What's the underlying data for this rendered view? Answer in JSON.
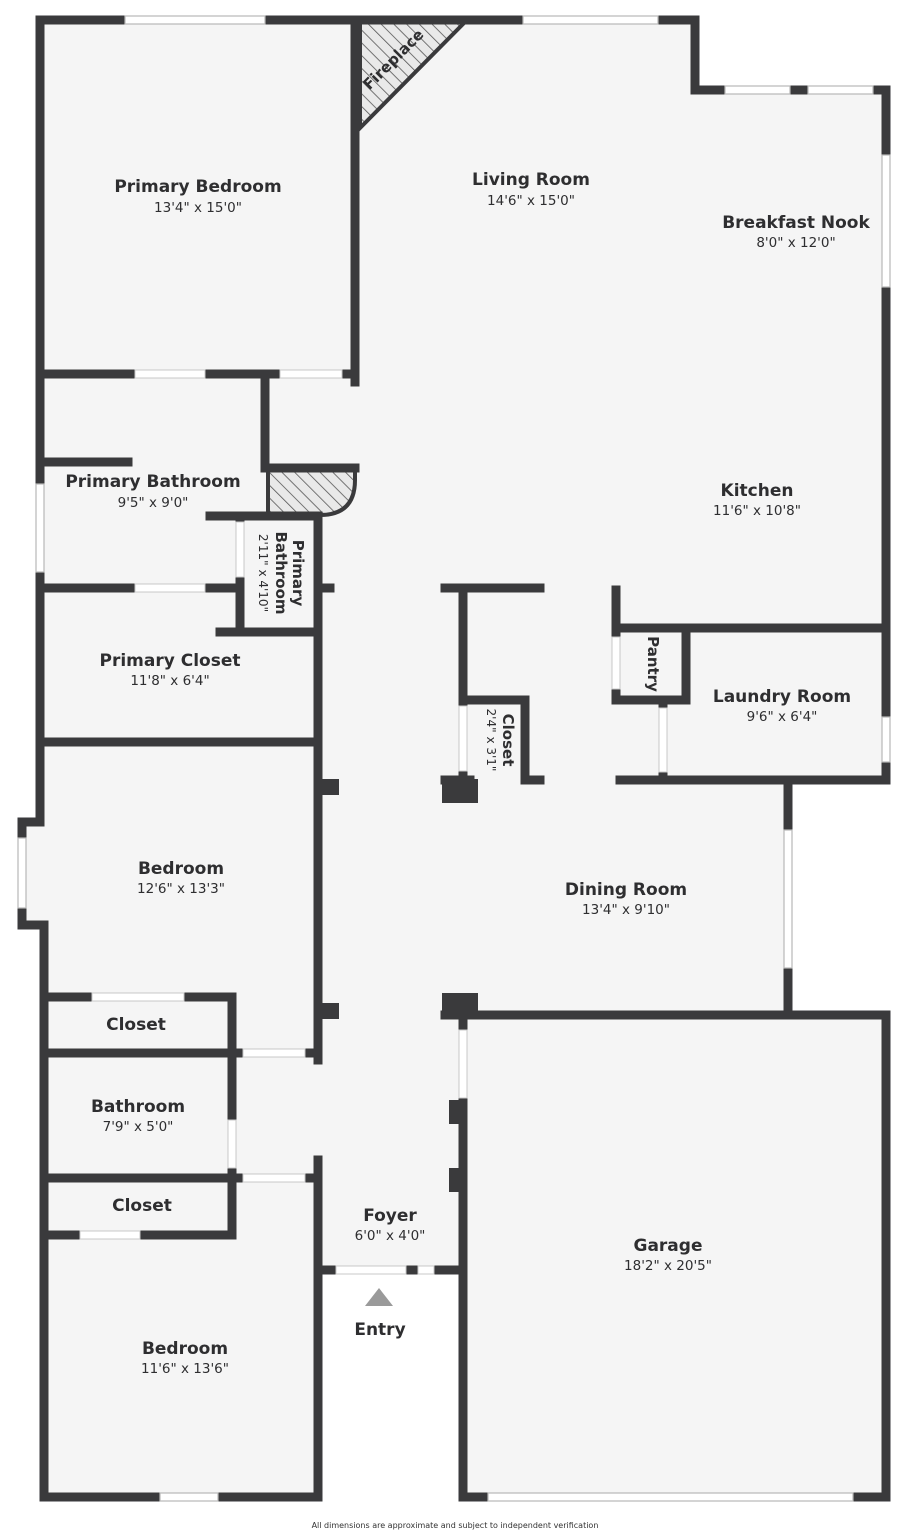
{
  "rooms": {
    "primary_bedroom": {
      "name": "Primary Bedroom",
      "dim": "13'4\" x 15'0\""
    },
    "fireplace": {
      "name": "Fireplace"
    },
    "living_room": {
      "name": "Living Room",
      "dim": "14'6\" x 15'0\""
    },
    "breakfast_nook": {
      "name": "Breakfast Nook",
      "dim": "8'0\" x 12'0\""
    },
    "primary_bathroom": {
      "name": "Primary Bathroom",
      "dim": "9'5\" x 9'0\""
    },
    "primary_bathroom_small": {
      "name1": "Primary",
      "name2": "Bathroom",
      "dim": "2'11\" x 4'10\""
    },
    "kitchen": {
      "name": "Kitchen",
      "dim": "11'6\" x 10'8\""
    },
    "pantry": {
      "name": "Pantry"
    },
    "primary_closet": {
      "name": "Primary Closet",
      "dim": "11'8\" x 6'4\""
    },
    "laundry_room": {
      "name": "Laundry Room",
      "dim": "9'6\" x 6'4\""
    },
    "hall_closet": {
      "name": "Closet",
      "dim": "2'4\" x 3'1\""
    },
    "bedroom_1": {
      "name": "Bedroom",
      "dim": "12'6\" x 13'3\""
    },
    "dining_room": {
      "name": "Dining Room",
      "dim": "13'4\" x 9'10\""
    },
    "closet_1": {
      "name": "Closet"
    },
    "bathroom": {
      "name": "Bathroom",
      "dim": "7'9\" x 5'0\""
    },
    "closet_2": {
      "name": "Closet"
    },
    "foyer": {
      "name": "Foyer",
      "dim": "6'0\" x 4'0\""
    },
    "garage": {
      "name": "Garage",
      "dim": "18'2\" x 20'5\""
    },
    "bedroom_2": {
      "name": "Bedroom",
      "dim": "11'6\" x 13'6\""
    },
    "entry": {
      "name": "Entry"
    }
  },
  "footnote": "All dimensions are approximate and subject to independent verification",
  "colors": {
    "wall": "#3a3a3c",
    "floor": "#f5f5f5",
    "text": "#2e2e30"
  }
}
